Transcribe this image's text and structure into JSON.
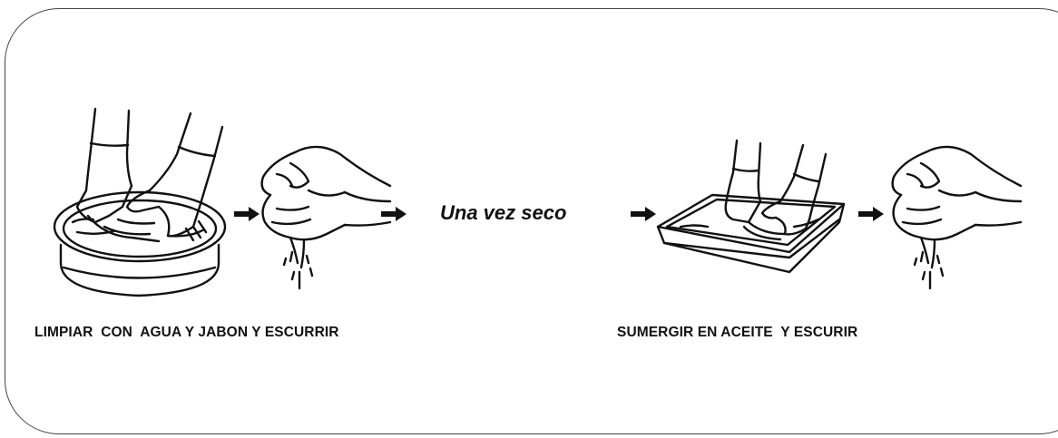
{
  "steps": {
    "step1_caption": "LIMPIAR  CON  AGUA Y JABON Y ESCURRIR",
    "step2_caption": "SUMERGIR EN ACEITE  Y ESCURIR",
    "middle_label": "Una vez seco"
  },
  "icons": [
    "hands-washing-in-bowl-icon",
    "hand-wringing-cloth-icon",
    "hands-soaking-in-tray-icon",
    "arrow-right-icon"
  ],
  "colors": {
    "line": "#111111",
    "frame": "#444444",
    "background": "#ffffff"
  }
}
